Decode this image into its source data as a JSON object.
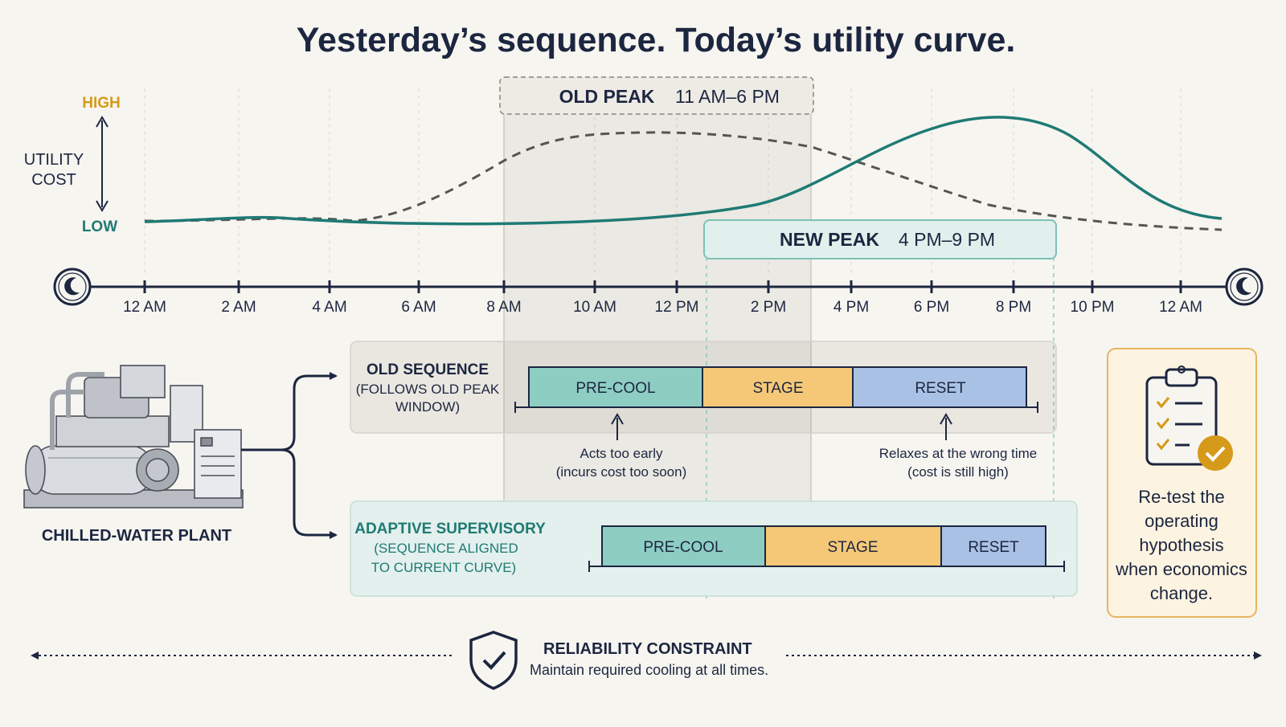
{
  "title": "Yesterday’s sequence. Today’s utility curve.",
  "y_axis": {
    "label_line1": "UTILITY",
    "label_line2": "COST",
    "high": "HIGH",
    "low": "LOW"
  },
  "time_axis": {
    "ticks": [
      "12 AM",
      "2 AM",
      "4 AM",
      "6 AM",
      "8 AM",
      "10 AM",
      "12 PM",
      "2 PM",
      "4 PM",
      "6 PM",
      "8 PM",
      "10 PM",
      "12 AM"
    ]
  },
  "old_peak": {
    "label": "OLD PEAK",
    "range": "11 AM–6 PM"
  },
  "new_peak": {
    "label": "NEW PEAK",
    "range": "4 PM–9 PM"
  },
  "plant_label": "CHILLED-WATER PLANT",
  "old_sequence": {
    "title_line1": "OLD SEQUENCE",
    "title_line2": "(FOLLOWS OLD PEAK",
    "title_line3": "WINDOW)",
    "segments": [
      "PRE-COOL",
      "STAGE",
      "RESET"
    ],
    "note_left_line1": "Acts too early",
    "note_left_line2": "(incurs cost too soon)",
    "note_right_line1": "Relaxes at the wrong time",
    "note_right_line2": "(cost is still high)"
  },
  "adaptive_sequence": {
    "title_line1": "ADAPTIVE SUPERVISORY",
    "title_line2": "(SEQUENCE ALIGNED",
    "title_line3": "TO CURRENT CURVE)",
    "segments": [
      "PRE-COOL",
      "STAGE",
      "RESET"
    ]
  },
  "retest_card": {
    "line1": "Re-test the",
    "line2": "operating",
    "line3": "hypothesis",
    "line4": "when economics",
    "line5": "change."
  },
  "reliability": {
    "title": "RELIABILITY CONSTRAINT",
    "subtitle": "Maintain required cooling at all times."
  },
  "colors": {
    "navy": "#1c2640",
    "teal": "#1f7a74",
    "gold": "#d59a1a",
    "precool": "#8ecdc2",
    "stage": "#f5c878",
    "reset": "#a9c1e4"
  }
}
